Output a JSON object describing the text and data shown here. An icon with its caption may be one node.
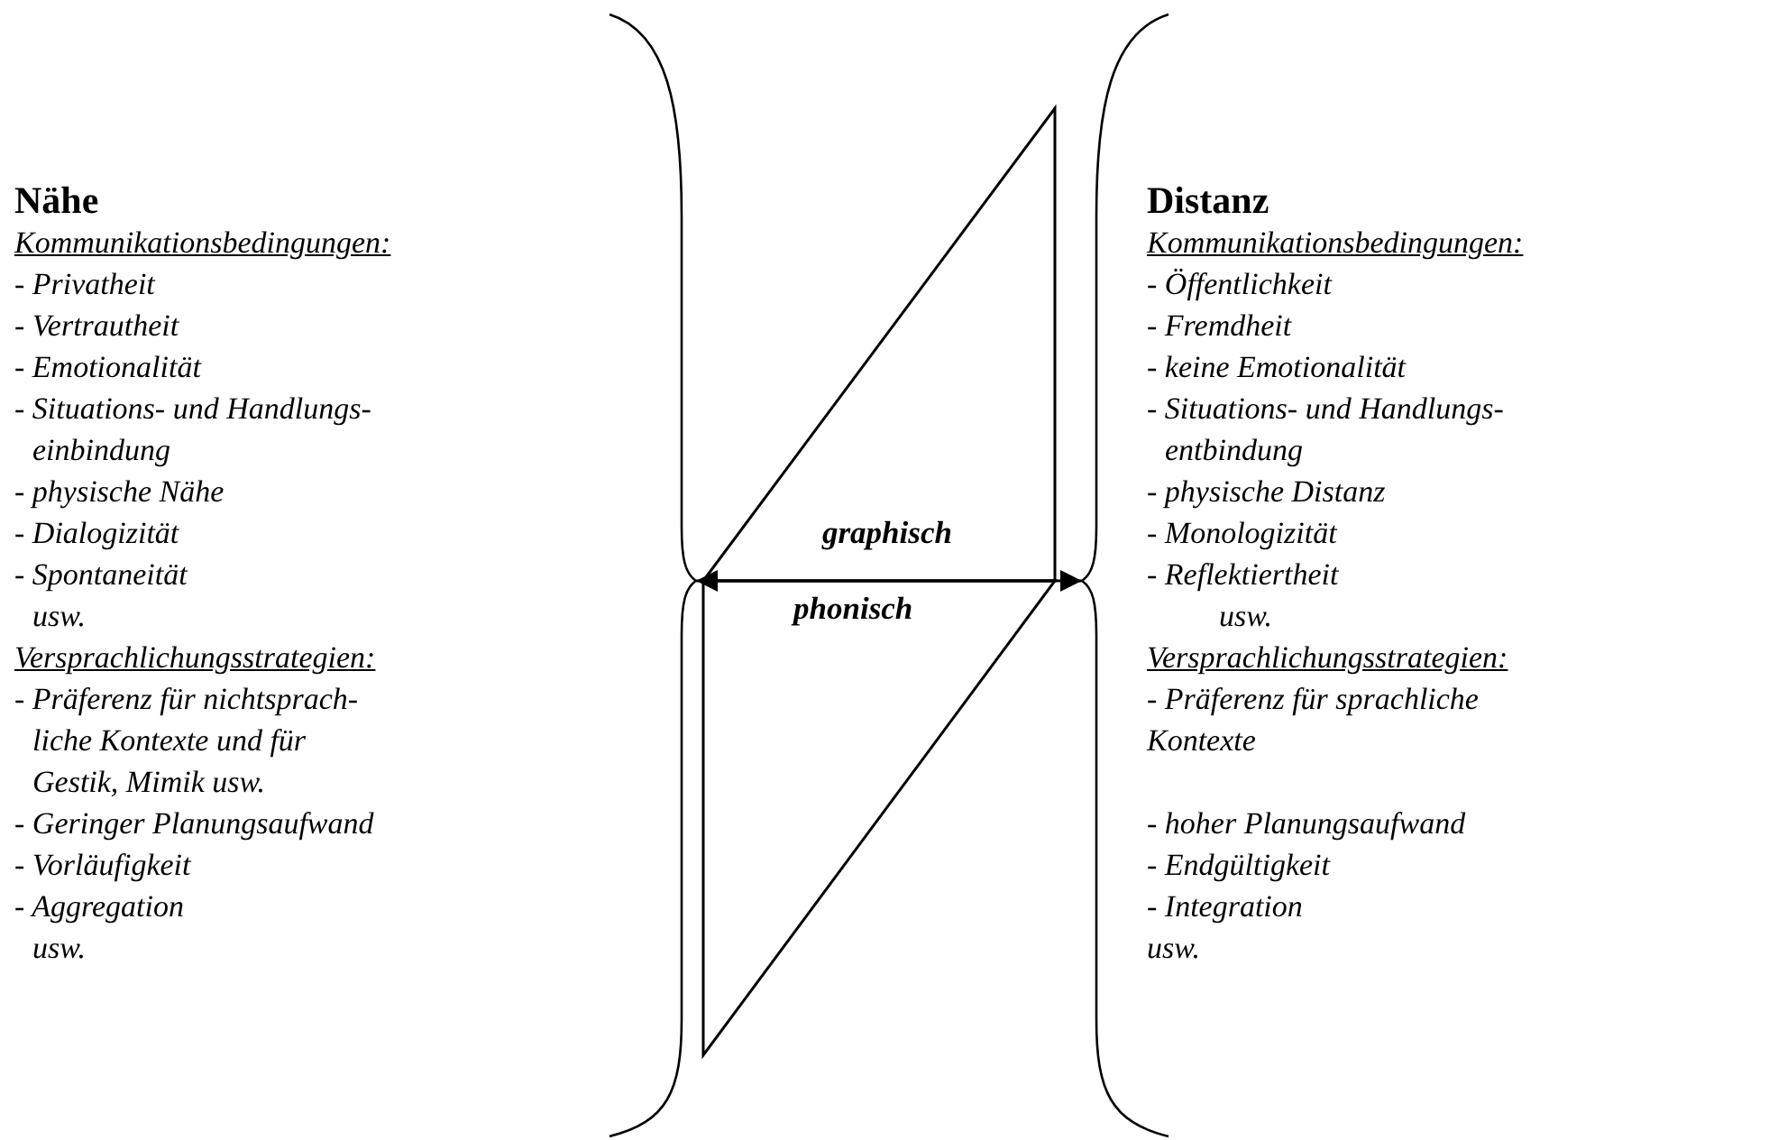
{
  "diagram": {
    "nodes": [
      {
        "text": [
          "Nähe",
          "Kommunikationsbedingungen:",
          "- Privatheit",
          "- Vertrautheit",
          "- Emotionalität",
          "- Situations- und Handlungs- einbindung",
          "- physische Nähe",
          "- Dialogizität",
          "- Spontaneität",
          "usw.",
          "Versprachlichungsstrategien:",
          "- Präferenz für nichtsprach- liche Kontexte und für Gestik, Mimik usw.",
          "- Geringer Planungsaufwand",
          "- Vorläufigkeit",
          "- Aggregation",
          "usw."
        ]
      },
      {
        "text": [
          "Distanz",
          "Kommunikationsbedingungen:",
          "- Öffentlichkeit",
          "- Fremdheit",
          "- keine Emotionalität",
          "- Situations- und Handlungs- entbindung",
          "- physische Distanz",
          "- Monologizität",
          "- Reflektiertheit",
          "usw.",
          "Versprachlichungsstrategien:",
          "- Präferenz für sprachliche Kontexte",
          "- hoher Planungsaufwand",
          "- Endgültigkeit",
          "- Integration",
          "usw."
        ]
      },
      {
        "text": [
          "graphisch"
        ]
      },
      {
        "text": [
          "phonisch"
        ]
      }
    ],
    "edges": [
      {
        "from": 0,
        "to": 1,
        "arrow": "both"
      }
    ]
  }
}
